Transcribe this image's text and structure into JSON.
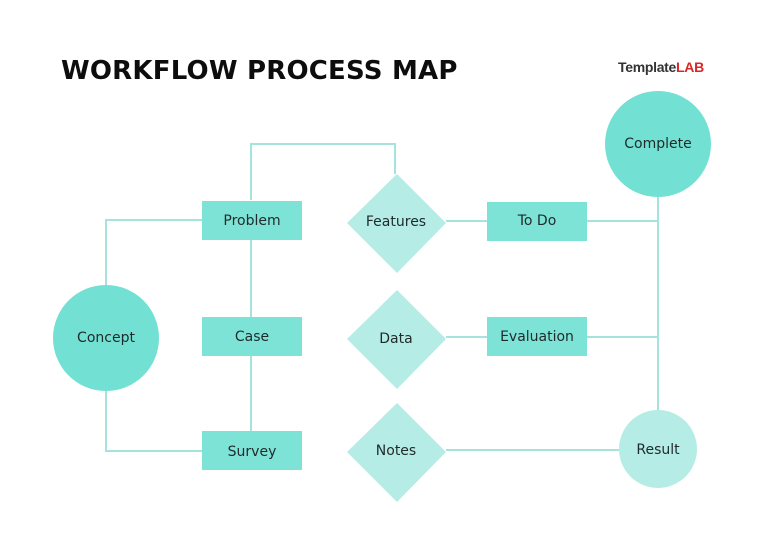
{
  "title": "WORKFLOW PROCESS MAP",
  "brand": {
    "part1": "Template",
    "part2": "LAB"
  },
  "colors": {
    "circle_dark": "#72e0d3",
    "circle_light": "#b6ece6",
    "rect": "#7ee3d7",
    "diamond": "#b6ece6",
    "line": "#a6e3dc",
    "title": "#0d0d0d",
    "brand_red": "#d62828"
  },
  "nodes": {
    "concept": "Concept",
    "problem": "Problem",
    "case": "Case",
    "survey": "Survey",
    "features": "Features",
    "data": "Data",
    "notes": "Notes",
    "todo": "To Do",
    "evaluation": "Evaluation",
    "complete": "Complete",
    "result": "Result"
  }
}
